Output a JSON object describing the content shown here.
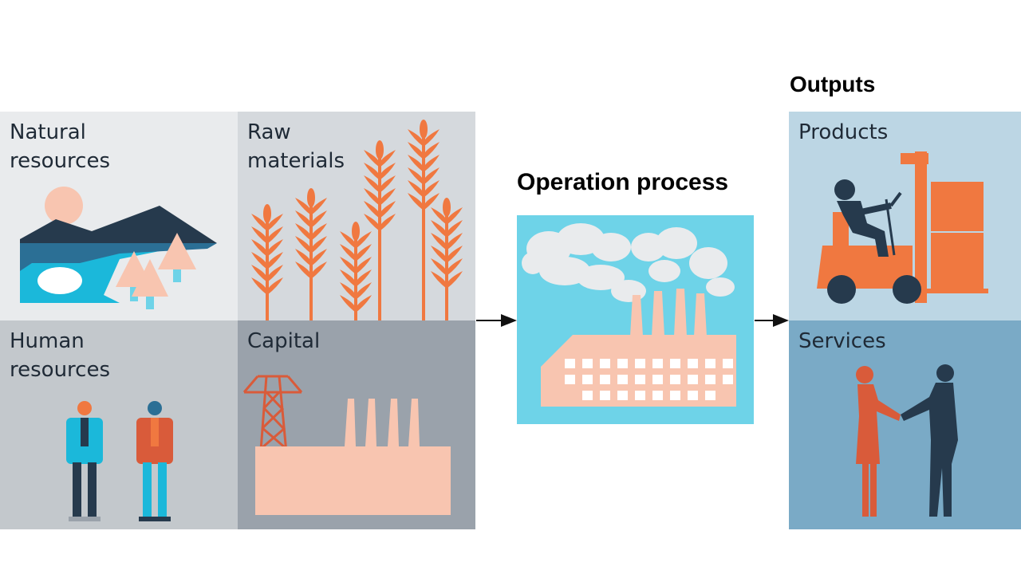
{
  "inputs": {
    "natural": {
      "label": "Natural\nresources"
    },
    "raw": {
      "label": "Raw\nmaterials"
    },
    "human": {
      "label": "Human\nresources"
    },
    "capital": {
      "label": "Capital"
    }
  },
  "process": {
    "title": "Operation process"
  },
  "outputs": {
    "title": "Outputs",
    "products": {
      "label": "Products"
    },
    "services": {
      "label": "Services"
    }
  },
  "colors": {
    "orange": "#f07840",
    "peach": "#f8c5b0",
    "navy": "#263a4d",
    "cyan": "#1bb8da",
    "sky": "#6ed3e8"
  }
}
